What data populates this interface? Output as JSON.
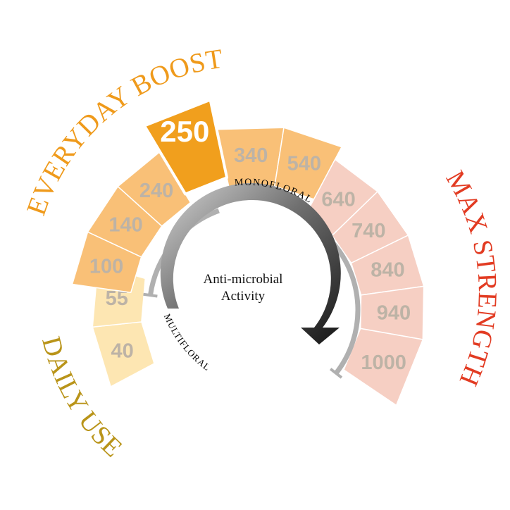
{
  "colors": {
    "daily_use": "#fde6b2",
    "everyday_boost": "#f9c077",
    "highlight": "#f19f1d",
    "max_strength": "#f6cfc3",
    "segment_text": "#bdb3a6",
    "daily_use_title": "#b99419",
    "everyday_title": "#ef9a1b",
    "max_title": "#e23b22",
    "dark_text": "#111111",
    "band_gray": "#b0b0b0"
  },
  "categories": {
    "daily_use": "DAILY USE",
    "everyday_boost": "EVERYDAY BOOST",
    "max_strength": "MAX STRENGTH"
  },
  "segments": {
    "daily_use": [
      "40",
      "55"
    ],
    "everyday_boost": [
      "100",
      "140",
      "240",
      "250",
      "340",
      "540"
    ],
    "max_strength": [
      "640",
      "740",
      "840",
      "940",
      "1000"
    ]
  },
  "highlighted": "250",
  "labels": {
    "monofloral": "MONOFLORAL",
    "multifloral": "MULTIFLORAL",
    "center_line1": "Anti-microbial",
    "center_line2": "Activity"
  }
}
